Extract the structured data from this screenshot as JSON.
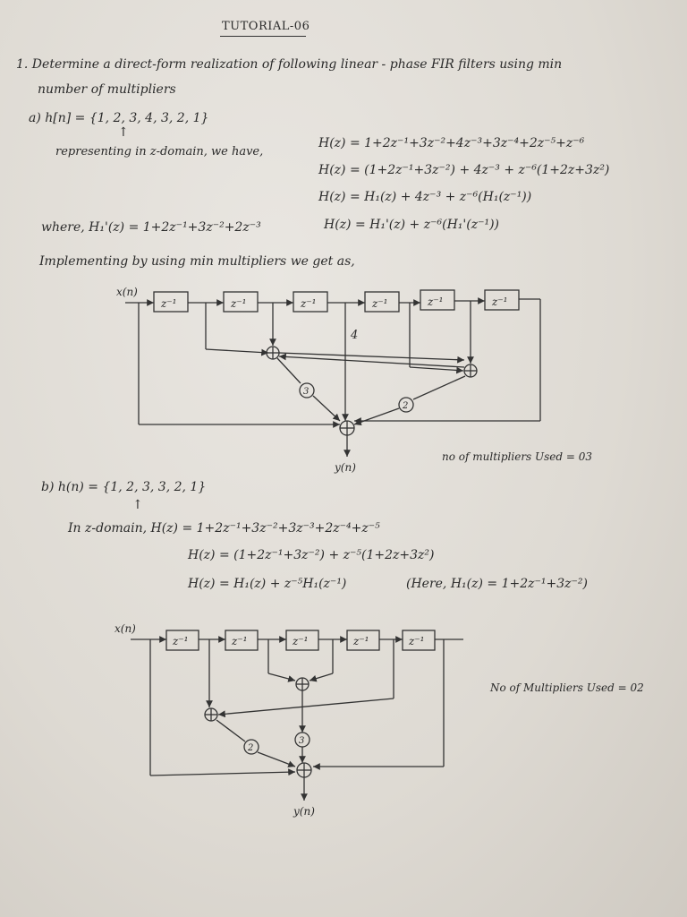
{
  "header": {
    "title": "TUTORIAL-06"
  },
  "question": {
    "line1": "1. Determine a direct-form realization of following linear - phase FIR filters using min",
    "line2": "number of multipliers"
  },
  "part_a": {
    "label": "a) h[n] = {1, 2, 3, 4, 3, 2, 1}",
    "arrow": "↑",
    "rep_text": "representing in z-domain, we have,",
    "eq1": "H(z) = 1+2z⁻¹+3z⁻²+4z⁻³+3z⁻⁴+2z⁻⁵+z⁻⁶",
    "eq2": "H(z) = (1+2z⁻¹+3z⁻²) + 4z⁻³ + z⁻⁶(1+2z+3z²)",
    "eq3": "H(z) = H₁(z) + 4z⁻³ + z⁻⁶(H₁(z⁻¹))",
    "where": "where, H₁'(z) = 1+2z⁻¹+3z⁻²+2z⁻³",
    "eq4": "H(z) = H₁'(z) + z⁻⁶(H₁'(z⁻¹))",
    "impl": "Implementing by using min multipliers we get as,",
    "input_label": "x(n)",
    "delay": "z⁻¹",
    "mult_4": "4",
    "mult_3": "3",
    "mult_2": "2",
    "output_label": "y(n)",
    "multipliers_used": "no of multipliers Used = 03"
  },
  "part_b": {
    "label": "b) h(n) = {1, 2, 3, 3, 2, 1}",
    "arrow": "↑",
    "eq1": "In z-domain,  H(z) = 1+2z⁻¹+3z⁻²+3z⁻³+2z⁻⁴+z⁻⁵",
    "eq2": "H(z) = (1+2z⁻¹+3z⁻²) + z⁻⁵(1+2z+3z²)",
    "eq3": "H(z) = H₁(z) + z⁻⁵H₁(z⁻¹)",
    "note": "(Here, H₁(z) = 1+2z⁻¹+3z⁻²)",
    "input_label": "x(n)",
    "delay": "z⁻¹",
    "mult_2": "2",
    "mult_3": "3",
    "output_label": "y(n)",
    "multipliers_used": "No of Multipliers Used = 02"
  }
}
